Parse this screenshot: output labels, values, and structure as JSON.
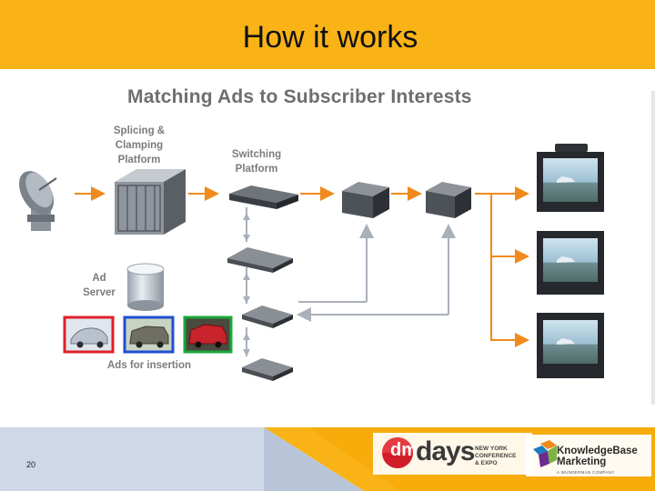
{
  "slide": {
    "title": "How it works",
    "page_number": "20"
  },
  "diagram": {
    "title": "Matching Ads to Subscriber Interests",
    "labels": {
      "splicing": "Splicing &\nClamping\nPlatform",
      "switching": "Switching\nPlatform",
      "ad_server": "Ad\nServer",
      "ads_insertion": "Ads for insertion"
    },
    "ad_frame_colors": [
      "#e0202a",
      "#1f4fd1",
      "#1aa83a"
    ],
    "arrow_color": "#f08a1c",
    "link_color": "#a9b0bb"
  },
  "footer": {
    "dm_logo": {
      "mark": "dm",
      "word": "days",
      "tagline_lines": [
        "NEW YORK",
        "CONFERENCE",
        "& EXPO"
      ]
    },
    "kb_logo": {
      "line1": "KnowledgeBase",
      "line2": "Marketing",
      "sub": "A WUNDERMAN COMPANY"
    }
  }
}
